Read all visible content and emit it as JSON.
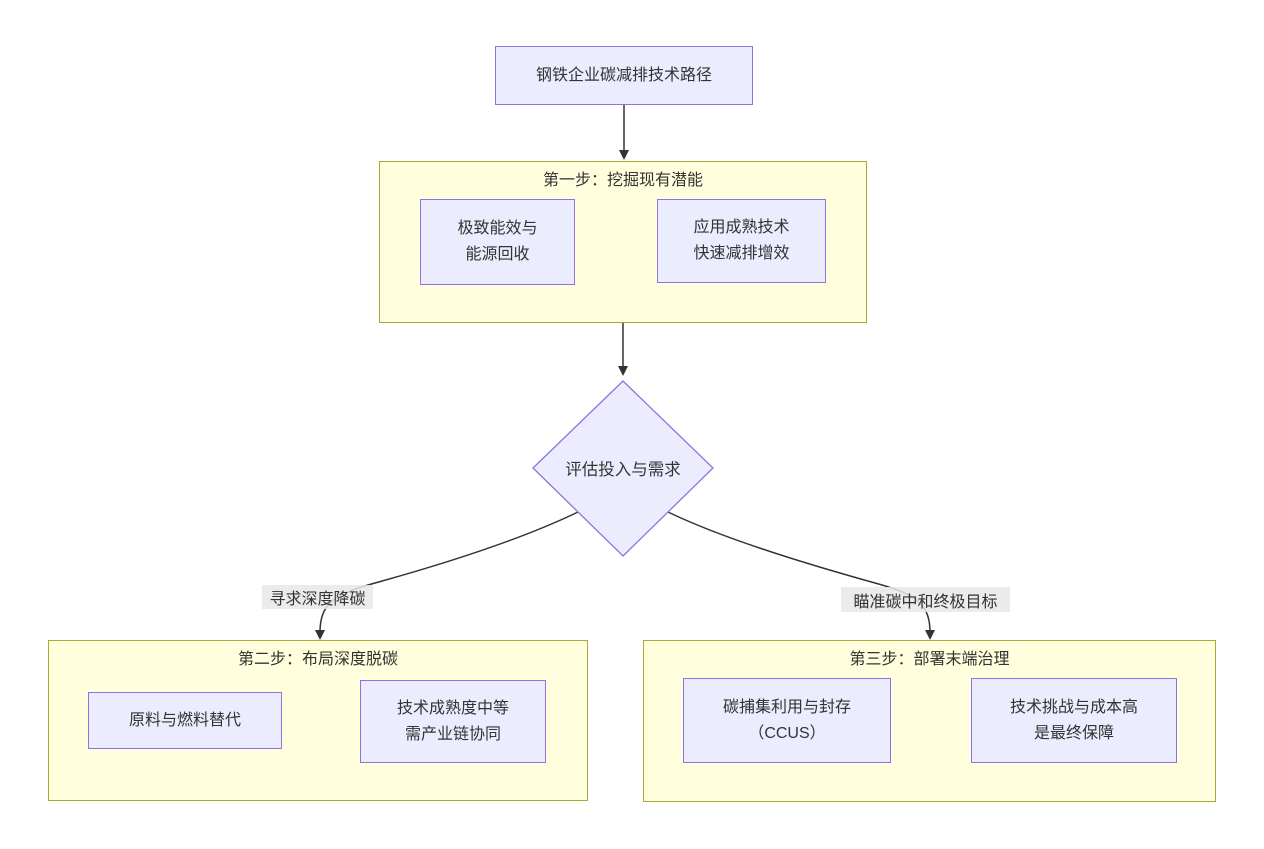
{
  "diagram": {
    "root": {
      "label": "钢铁企业碳减排技术路径"
    },
    "decision": {
      "label": "评估投入与需求"
    },
    "edge_labels": {
      "left": "寻求深度降碳",
      "right": "瞄准碳中和终极目标"
    },
    "clusters": [
      {
        "title": "第一步：挖掘现有潜能",
        "nodes": [
          {
            "label": "极致能效与\n能源回收"
          },
          {
            "label": "应用成熟技术\n快速减排增效"
          }
        ]
      },
      {
        "title": "第二步：布局深度脱碳",
        "nodes": [
          {
            "label": "原料与燃料替代"
          },
          {
            "label": "技术成熟度中等\n需产业链协同"
          }
        ]
      },
      {
        "title": "第三步：部署末端治理",
        "nodes": [
          {
            "label": "碳捕集利用与封存\n（CCUS）"
          },
          {
            "label": "技术挑战与成本高\n是最终保障"
          }
        ]
      }
    ],
    "colors": {
      "node_fill": "#ECECFF",
      "node_border": "#9370DB",
      "cluster_fill": "#FFFFDE",
      "cluster_border": "#AAAA33",
      "edge": "#333333",
      "label_bg": "#E8E8E8",
      "text": "#333333"
    }
  }
}
